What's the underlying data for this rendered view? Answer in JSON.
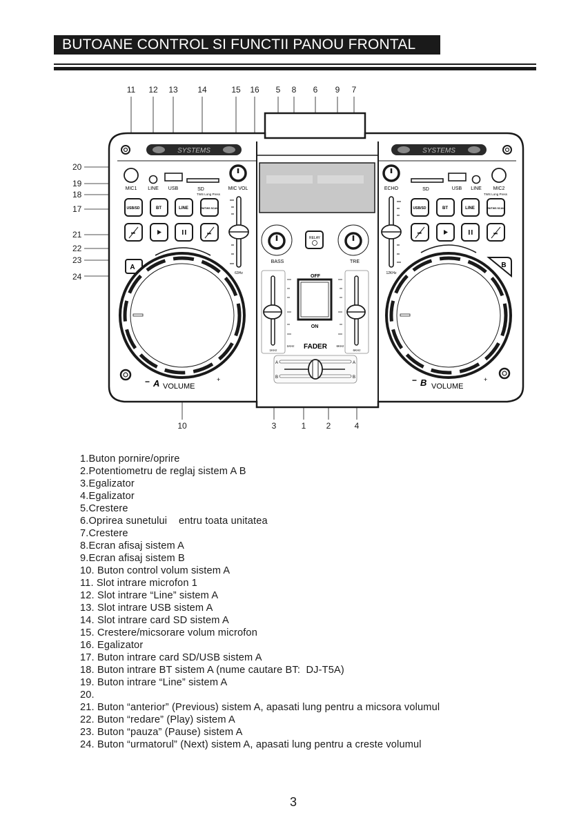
{
  "header": {
    "title": "BUTOANE CONTROL SI FUNCTII PANOU FRONTAL"
  },
  "diagram": {
    "callouts_top": [
      "11",
      "12",
      "13",
      "14",
      "15",
      "16",
      "5",
      "8",
      "6",
      "9",
      "7"
    ],
    "callouts_left": [
      "20",
      "19",
      "18",
      "17",
      "21",
      "22",
      "23",
      "24"
    ],
    "callouts_bottom": [
      "10",
      "3",
      "1",
      "2",
      "4"
    ],
    "brand": "SYSTEMS",
    "deck_a": {
      "inputs": {
        "mic": "MIC1",
        "line": "LINE",
        "usb": "USB",
        "sd": "SD",
        "tws_note": "TWS Long Press",
        "mic_vol": "MIC VOL"
      },
      "buttons_row1": [
        "USB/SD",
        "BT",
        "LINE",
        "FM/TWS SCAN"
      ],
      "buttons_row2": [
        "prev/VOL-",
        "play",
        "pause",
        "next/VOL+"
      ],
      "slider_label": "63Hz",
      "deck_tag": "A",
      "volume_label": "VOLUME"
    },
    "deck_b": {
      "inputs": {
        "mic": "MIC2",
        "line": "LINE",
        "usb": "USB",
        "sd": "SD",
        "tws_note": "TWS Long Press",
        "echo": "ECHO"
      },
      "buttons_row1": [
        "USB/SD",
        "BT",
        "LINE",
        "FM/TWS SCAN"
      ],
      "buttons_row2": [
        "prev/VOL-",
        "play",
        "pause",
        "next/VOL+"
      ],
      "slider_label": "12KHz",
      "deck_tag": "B",
      "volume_label": "VOLUME"
    },
    "mixer": {
      "bass_label": "BASS",
      "treble_label": "TRE",
      "relay_label": "RELAY",
      "power_off": "OFF",
      "power_on": "ON",
      "fader_label": "FADER",
      "eq_left": "1KHz",
      "eq_right": "6KHz",
      "crossfader_a": "A",
      "crossfader_b": "B"
    }
  },
  "legend": [
    "1.Buton pornire/oprire",
    "2.Potentiometru de reglaj sistem A B",
    "3.Egalizator",
    "4.Egalizator",
    "5.Crestere",
    "6.Oprirea sunetului    entru toata unitatea",
    "7.Crestere",
    "8.Ecran afisaj sistem A",
    "9.Ecran afisaj sistem B",
    "10. Buton control volum sistem A",
    "11. Slot intrare microfon 1",
    "12. Slot intrare “Line” sistem A",
    "13. Slot intrare USB sistem A",
    "14. Slot intrare card SD sistem A",
    "15. Crestere/micsorare volum microfon",
    "16. Egalizator",
    "17. Buton intrare card SD/USB sistem A",
    "18. Buton intrare BT sistem A (nume cautare BT:  DJ-T5A)",
    "19. Buton intrare “Line” sistem A",
    "20.",
    "21. Buton “anterior” (Previous) sistem A, apasati lung pentru a micsora volumul",
    "22. Buton “redare” (Play) sistem A",
    "23. Buton “pauza” (Pause) sistem A",
    "24. Buton “urmatorul” (Next) sistem A, apasati lung pentru a creste volumul"
  ],
  "footer": {
    "page_number": "3"
  }
}
